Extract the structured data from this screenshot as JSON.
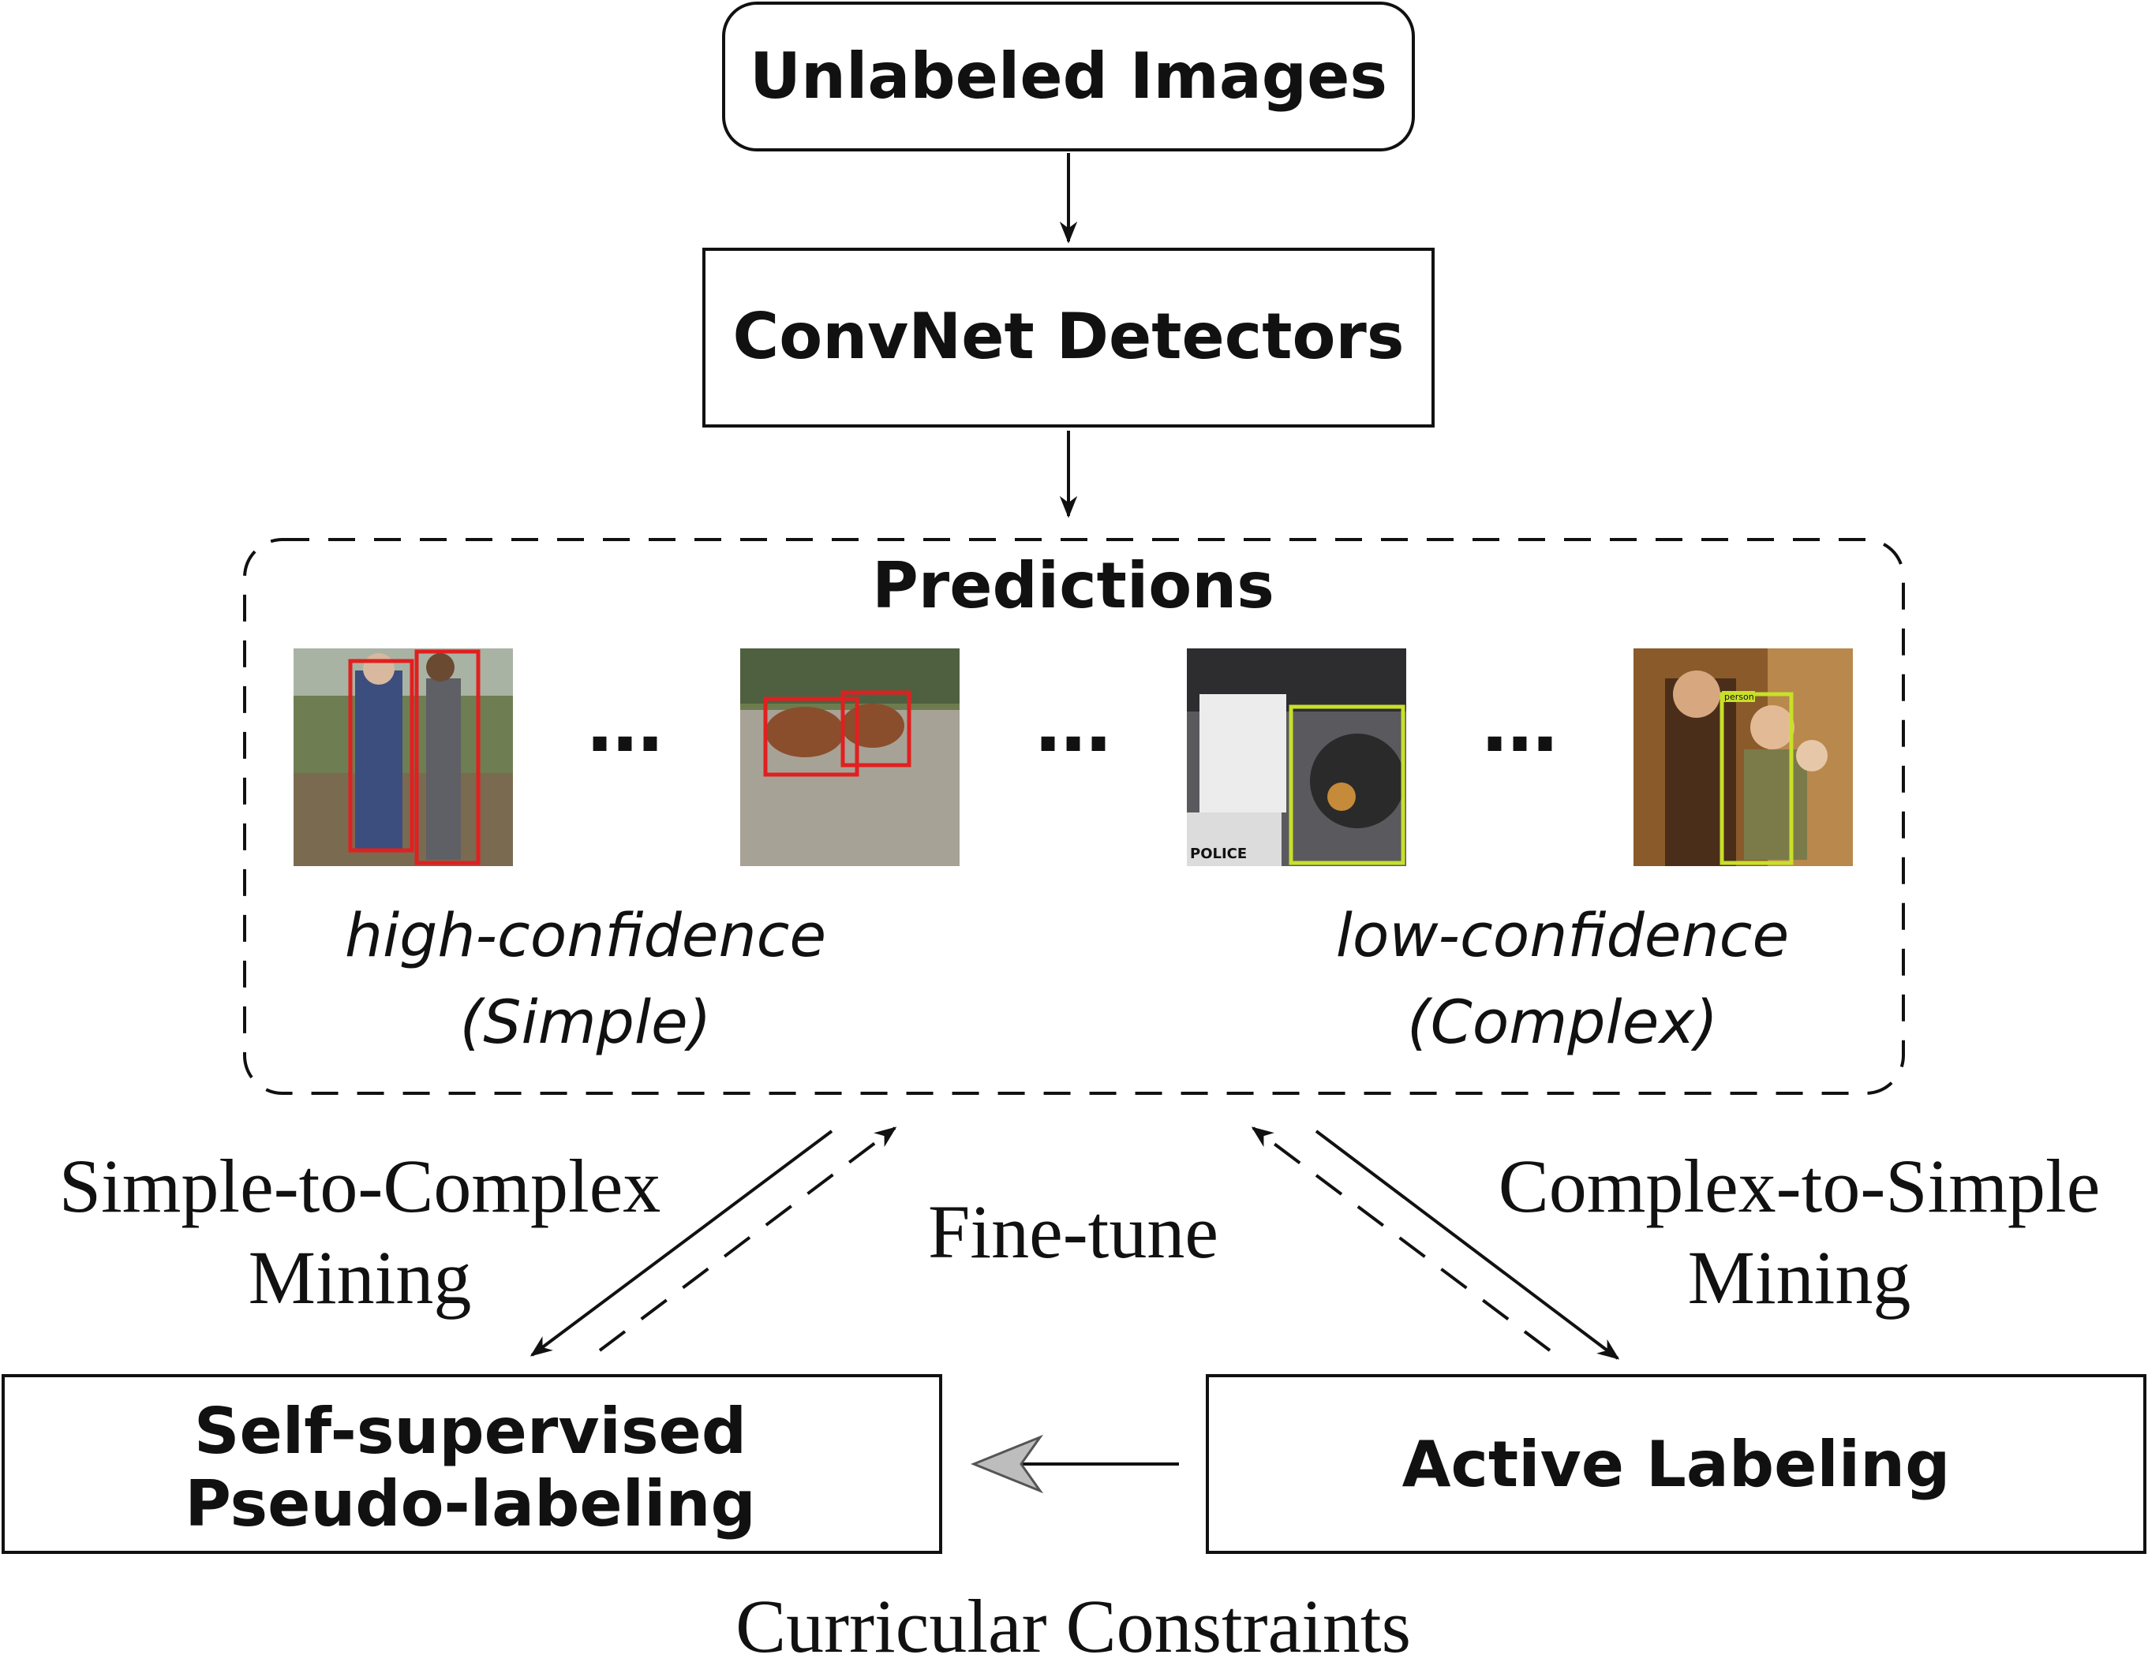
{
  "nodes": {
    "unlabeled_images": "Unlabeled Images",
    "convnet_detectors": "ConvNet Detectors",
    "predictions": "Predictions",
    "self_supervised_line1": "Self-supervised",
    "self_supervised_line2": "Pseudo-labeling",
    "active_labeling": "Active Labeling"
  },
  "predictions": {
    "ellipsis": "…",
    "thumbnails": [
      {
        "name": "thumb-people",
        "box_color": "#e02020",
        "label": ""
      },
      {
        "name": "thumb-cows",
        "box_color": "#e02020",
        "label": ""
      },
      {
        "name": "thumb-police-motorcycle",
        "box_color": "#c8e02a",
        "label": "POLICE"
      },
      {
        "name": "thumb-women-indoor",
        "box_color": "#c8e02a",
        "label": "person"
      }
    ],
    "high_confidence_line1": "high-confidence",
    "high_confidence_line2": "(Simple)",
    "low_confidence_line1": "low-confidence",
    "low_confidence_line2": "(Complex)"
  },
  "edges": {
    "simple_to_complex_line1": "Simple-to-Complex",
    "simple_to_complex_line2": "Mining",
    "fine_tune": "Fine-tune",
    "complex_to_simple_line1": "Complex-to-Simple",
    "complex_to_simple_line2": "Mining",
    "curricular_constraints": "Curricular Constraints"
  },
  "colors": {
    "stroke": "#111111",
    "high_confidence_box": "#e02020",
    "low_confidence_box": "#c8e02a",
    "hollow_arrowhead": "#9a9a9a"
  }
}
